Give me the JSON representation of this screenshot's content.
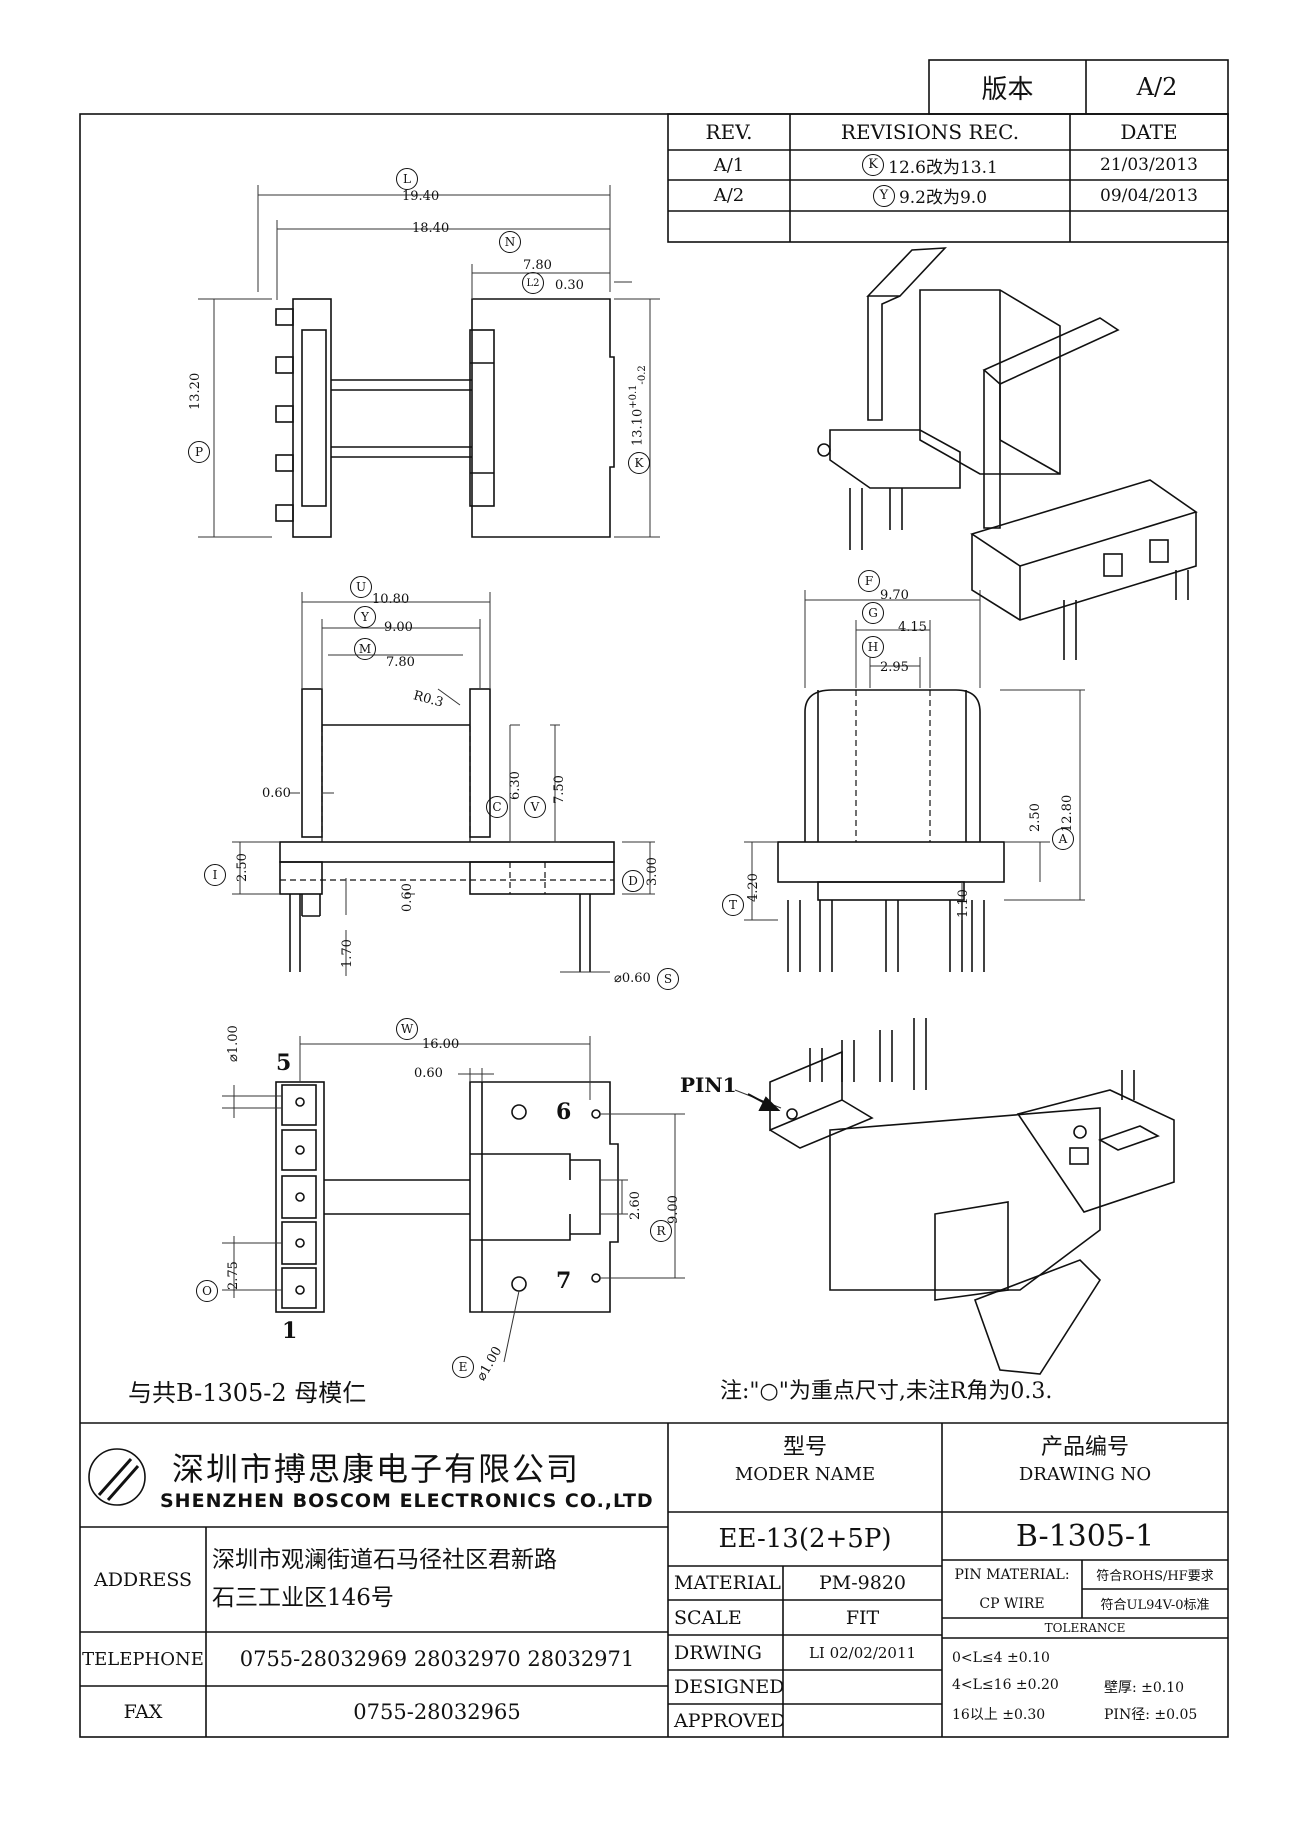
{
  "version_box": {
    "label": "版本",
    "value": "A/2"
  },
  "revisions": {
    "headers": [
      "REV.",
      "REVISIONS REC.",
      "DATE"
    ],
    "rows": [
      {
        "rev": "A/1",
        "mark": "K",
        "text": "12.6改为13.1",
        "date": "21/03/2013"
      },
      {
        "rev": "A/2",
        "mark": "Y",
        "text": "9.2改为9.0",
        "date": "09/04/2013"
      }
    ]
  },
  "dimensions": {
    "top_view": {
      "L": "19.40",
      "L1": "18.40",
      "N": "7.80",
      "L2": "0.30",
      "P": "13.20",
      "K": "13.10",
      "K_tol_plus": "+0.1",
      "K_tol_minus": "-0.2"
    },
    "front_view": {
      "U": "10.80",
      "Y": "9.00",
      "M": "7.80",
      "R": "R0.3",
      "d060": "0.60",
      "C": "6.30",
      "V": "7.50",
      "I": "2.50",
      "d060b": "0.60",
      "D": "3.00",
      "d170": "1.70",
      "S": "⌀0.60"
    },
    "side_view": {
      "F": "9.70",
      "G": "4.15",
      "H": "2.95",
      "d250": "2.50",
      "A": "12.80",
      "T": "4.20",
      "d110": "1.10"
    },
    "bottom_view": {
      "W": "16.00",
      "d060": "0.60",
      "dia100": "⌀1.00",
      "d260": "2.60",
      "R": "9.00",
      "O": "2.75",
      "E": "⌀1.00"
    }
  },
  "letters": [
    "L",
    "L2",
    "N",
    "P",
    "K",
    "U",
    "Y",
    "M",
    "C",
    "V",
    "I",
    "D",
    "S",
    "F",
    "G",
    "H",
    "A",
    "T",
    "W",
    "R",
    "O",
    "E"
  ],
  "pins": {
    "p5": "5",
    "p1": "1",
    "p6": "6",
    "p7": "7",
    "pin1_label": "PIN1"
  },
  "notes": {
    "left": "与共B-1305-2  母模仁",
    "right": "注:\"○\"为重点尺寸,未注R角为0.3."
  },
  "company": {
    "name_cn": "深圳市搏思康电子有限公司",
    "name_en": "SHENZHEN BOSCOM ELECTRONICS CO.,LTD"
  },
  "address": {
    "label": "ADDRESS",
    "line1": "深圳市观澜街道石马径社区君新路",
    "line2": "石三工业区146号"
  },
  "telephone": {
    "label": "TELEPHONE",
    "value": "0755-28032969 28032970 28032971"
  },
  "fax": {
    "label": "FAX",
    "value": "0755-28032965"
  },
  "model": {
    "label_cn": "型号",
    "label_en": "MODER NAME",
    "value": "EE-13(2+5P)"
  },
  "drawing_no": {
    "label_cn": "产品编号",
    "label_en": "DRAWING NO",
    "value": "B-1305-1"
  },
  "material": {
    "label": "MATERIAL",
    "value": "PM-9820"
  },
  "scale": {
    "label": "SCALE",
    "value": "FIT"
  },
  "drwing": {
    "label": "DRWING",
    "value": "LI 02/02/2011"
  },
  "designed": {
    "label": "DESIGNED",
    "value": ""
  },
  "approved": {
    "label": "APPROVED",
    "value": ""
  },
  "pin_material": {
    "label1": "PIN MATERIAL:",
    "label2": "CP WIRE",
    "value1": "符合ROHS/HF要求",
    "value2": "符合UL94V-0标准"
  },
  "tolerance": {
    "label": "TOLERANCE",
    "row1": "0<L≤4  ±0.10",
    "row2a": "4<L≤16  ±0.20",
    "row2b": "壁厚:  ±0.10",
    "row3a": "16以上     ±0.30",
    "row3b": "PIN径: ±0.05"
  }
}
